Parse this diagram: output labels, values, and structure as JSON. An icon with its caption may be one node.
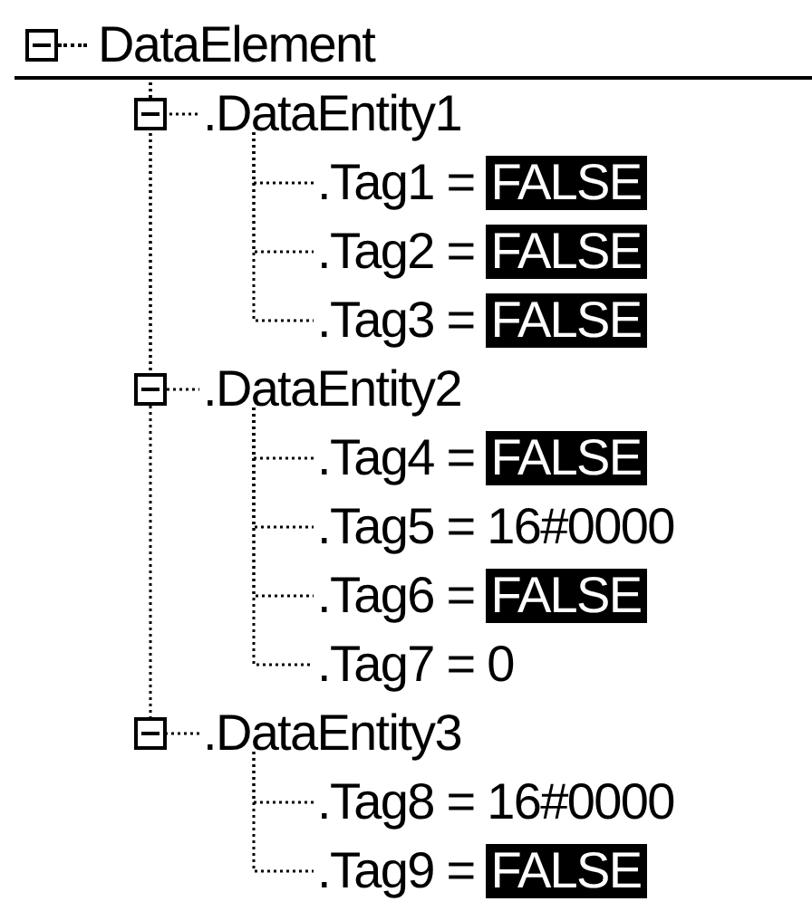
{
  "diagram": {
    "nodes": [
      {
        "text": [
          "DataElement"
        ]
      },
      {
        "text": [
          ".DataEntity1"
        ]
      },
      {
        "text": [
          ".Tag1 ="
        ]
      },
      {
        "text": [
          "FALSE"
        ],
        "in": 2
      },
      {
        "text": [
          ".Tag2 ="
        ]
      },
      {
        "text": [
          "FALSE"
        ],
        "in": 4
      },
      {
        "text": [
          ".Tag3 ="
        ]
      },
      {
        "text": [
          "FALSE"
        ],
        "in": 6
      },
      {
        "text": [
          ".DataEntity2"
        ]
      },
      {
        "text": [
          ".Tag4 ="
        ]
      },
      {
        "text": [
          "FALSE"
        ],
        "in": 9
      },
      {
        "text": [
          ".Tag5 = 16#0000"
        ]
      },
      {
        "text": [
          ".Tag6 ="
        ]
      },
      {
        "text": [
          "FALSE"
        ],
        "in": 12
      },
      {
        "text": [
          ".Tag7 = 0"
        ]
      },
      {
        "text": [
          ".DataEntity3"
        ]
      },
      {
        "text": [
          ".Tag8 = 16#0000"
        ]
      },
      {
        "text": [
          ".Tag9 ="
        ]
      },
      {
        "text": [
          "FALSE"
        ],
        "in": 17
      }
    ],
    "edges": [
      {
        "from": 0,
        "to": 1,
        "arrow": "none"
      },
      {
        "from": 1,
        "to": 2,
        "arrow": "none"
      },
      {
        "from": 1,
        "to": 4,
        "arrow": "none"
      },
      {
        "from": 1,
        "to": 6,
        "arrow": "none"
      },
      {
        "from": 0,
        "to": 8,
        "arrow": "none"
      },
      {
        "from": 8,
        "to": 9,
        "arrow": "none"
      },
      {
        "from": 8,
        "to": 11,
        "arrow": "none"
      },
      {
        "from": 8,
        "to": 12,
        "arrow": "none"
      },
      {
        "from": 8,
        "to": 14,
        "arrow": "none"
      },
      {
        "from": 0,
        "to": 15,
        "arrow": "none"
      },
      {
        "from": 15,
        "to": 16,
        "arrow": "none"
      },
      {
        "from": 15,
        "to": 17,
        "arrow": "none"
      }
    ]
  }
}
